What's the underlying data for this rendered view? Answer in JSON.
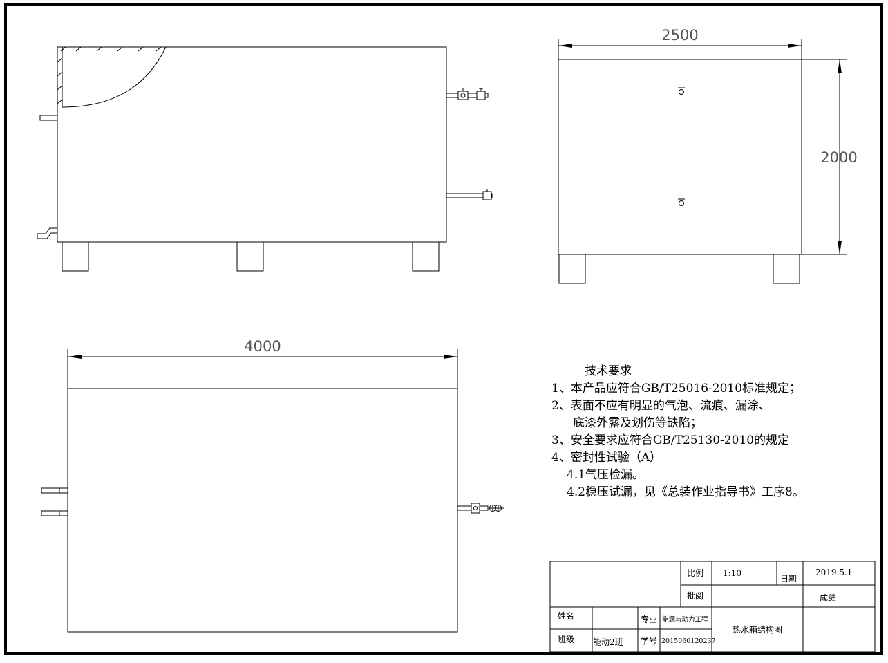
{
  "dimensions": {
    "side_width": "2500",
    "side_height": "2000",
    "top_length": "4000"
  },
  "requirements": {
    "title": "技术要求",
    "lines": [
      "1、本产品应符合GB/T25016-2010标准规定；",
      "2、表面不应有明显的气泡、流痕、漏涂、",
      "底漆外露及划伤等缺陷；",
      "3、安全要求应符合GB/T25130-2010的规定",
      "4、密封性试验（A）",
      "4.1气压检漏。",
      "4.2稳压试漏，见《总装作业指导书》工序8。"
    ]
  },
  "title_block": {
    "scale_label": "比例",
    "scale_value": "1:10",
    "date_label": "日期",
    "date_value": "2019.5.1",
    "review_label": "批阅",
    "grade_label": "成绩",
    "name_label": "姓名",
    "name_value": "",
    "major_label": "专业",
    "major_value": "能源与动力工程",
    "class_label": "班级",
    "class_value": "能动2班",
    "student_id_label": "学号",
    "student_id_value": "2015060120237",
    "drawing_title": "热水箱结构图"
  }
}
